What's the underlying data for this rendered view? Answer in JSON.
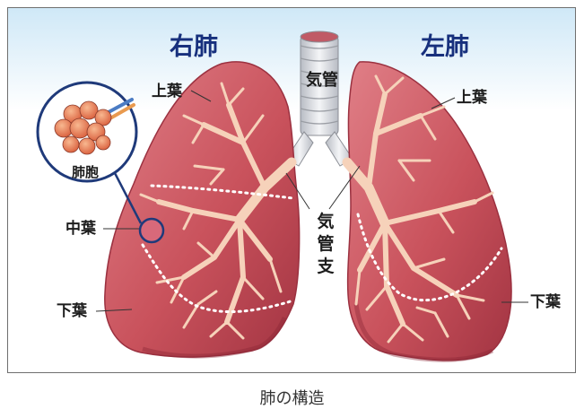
{
  "labels": {
    "right_lung": "右肺",
    "left_lung": "左肺",
    "trachea": "気管",
    "alveolus": "肺胞",
    "right_upper_lobe": "上葉",
    "left_upper_lobe": "上葉",
    "middle_lobe": "中葉",
    "right_lower_lobe": "下葉",
    "left_lower_lobe": "下葉",
    "bronchi": "気管支"
  },
  "caption": "肺の構造",
  "colors": {
    "lung": "#c9525c",
    "lung_light": "#e07f87",
    "lung_dark": "#a23442",
    "bronchi": "#f6d2ba",
    "title_blue": "#17307d",
    "alveoli": "#e47c52",
    "background_top": "#cfe8f7"
  }
}
